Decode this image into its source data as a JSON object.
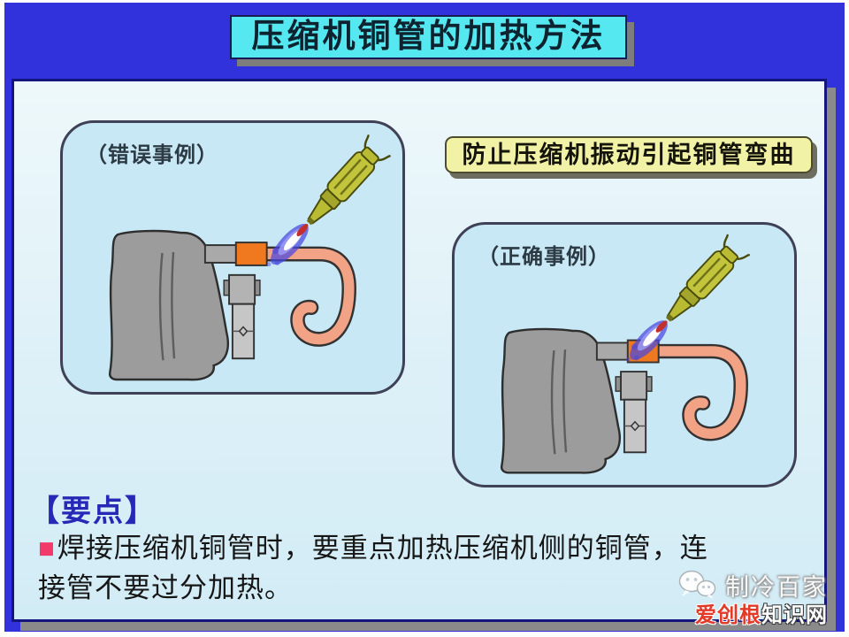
{
  "title": "压缩机铜管的加热方法",
  "banner": "防止压缩机振动引起铜管弯曲",
  "diagrams": {
    "wrong": {
      "label": "（错误事例）"
    },
    "correct": {
      "label": "（正确事例）"
    }
  },
  "keypoint": {
    "heading": "【要点】",
    "bullet": "■",
    "line1": "焊接压缩机铜管时，要重点加热压缩机侧的铜管，连",
    "line2": "接管不要过分加热。"
  },
  "watermark": {
    "brand": "制冷百家",
    "site_red": "爱创根",
    "site_white": "知识网"
  },
  "colors": {
    "frame_blue": "#3232dc",
    "title_cyan": "#55e8f0",
    "content_bg_top": "#eef8fb",
    "content_bg_bottom": "#d2ecf6",
    "panel_light_blue": "#c9e8f6",
    "banner_yellow": "#f2f2a6",
    "keypoint_blue": "#2828b6",
    "bullet_pink": "#f23a6a",
    "compressor_gray": "#9c9c9c",
    "sleeve_orange": "#f0791f",
    "pipe_salmon": "#f2a285",
    "flame_blue": "#4646e0",
    "torch_olive": "#b9bc33"
  }
}
